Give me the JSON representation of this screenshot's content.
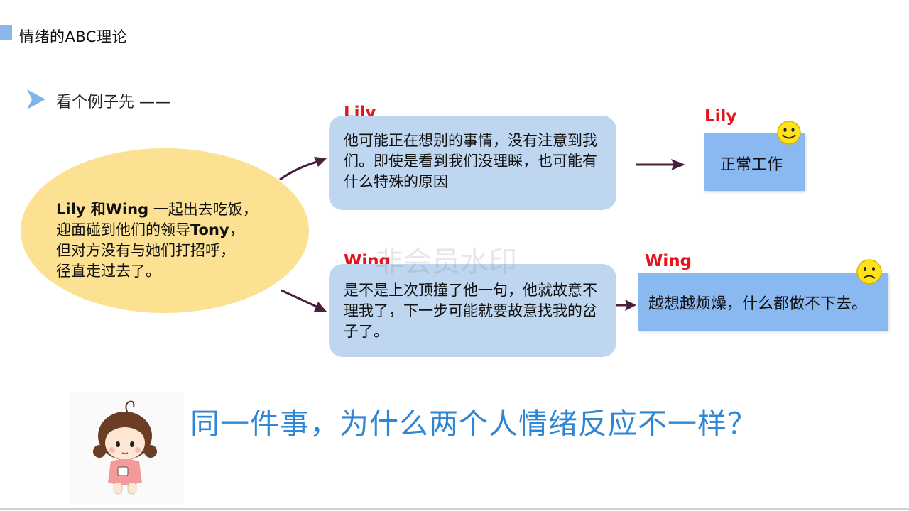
{
  "header": {
    "title": "情绪的ABC理论"
  },
  "section": {
    "subtitle": "看个例子先 ——"
  },
  "scenario": {
    "name_lily": "Lily",
    "and_wing": " 和Wing",
    "line1_rest": " 一起出去吃饭，",
    "line2_pre": "迎面碰到他们的领导",
    "line2_bold": "Tony",
    "line2_post": "，",
    "line3": "但对方没有与她们打招呼，",
    "line4": "径直走过去了。"
  },
  "lily": {
    "label": "Lily",
    "thought": "他可能正在想别的事情，没有注意到我们。即使是看到我们没理睬，也可能有什么特殊的原因",
    "result_label": "Lily",
    "result": "正常工作"
  },
  "wing": {
    "label": "Wing",
    "thought": "是不是上次顶撞了他一句，他就故意不理我了，下一步可能就要故意找我的岔子了。",
    "result_label": "Wing",
    "result": "越想越烦燥，什么都做不下去。"
  },
  "question": "同一件事，为什么两个人情绪反应不一样？",
  "watermark": "非会员水印",
  "icons": {
    "happy": "smiley-happy-icon",
    "sad": "smiley-sad-icon",
    "arrow": "curved-arrow-icon",
    "bullet": "triangle-bullet-icon"
  },
  "colors": {
    "title_marker": "#8ab6ea",
    "ellipse": "#fce193",
    "thought_box": "#bed6ef",
    "result_box": "#8ab8f0",
    "name_red": "#e3141a",
    "question_blue": "#2e86d4",
    "arrow": "#4a1f3d"
  }
}
